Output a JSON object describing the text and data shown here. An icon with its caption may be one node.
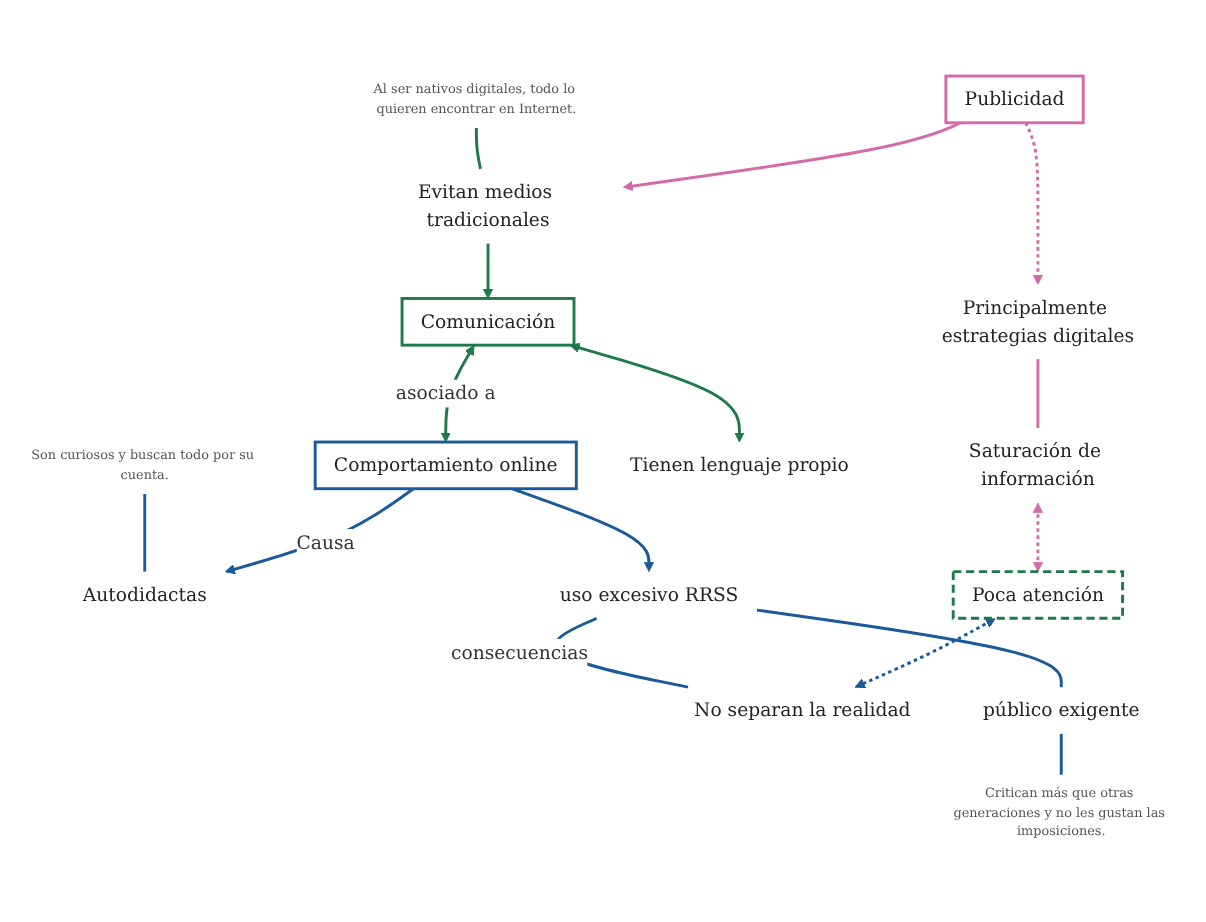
{
  "diagram": {
    "nodes": [
      {
        "text": [
          "Al ser nativos digitales, todo lo quieren encontrar en Internet."
        ]
      },
      {
        "text": [
          "Publicidad"
        ]
      },
      {
        "text": [
          "Evitan medios tradicionales"
        ]
      },
      {
        "text": [
          "Son curiosos y buscan todo por su cuenta."
        ]
      },
      {
        "text": [
          "Autodidactas"
        ]
      },
      {
        "text": [
          "Comunicación"
        ]
      },
      {
        "text": [
          "Comportamiento online"
        ]
      },
      {
        "text": [
          "Principalmente estrategias digitales"
        ]
      },
      {
        "text": [
          "Tienen lenguaje propio"
        ]
      },
      {
        "text": [
          "uso excesivo RRSS"
        ]
      },
      {
        "text": [
          "No separan la realidad"
        ]
      },
      {
        "text": [
          "público exigente"
        ]
      },
      {
        "text": [
          "Saturación de información"
        ]
      },
      {
        "text": [
          "Poca atención"
        ]
      },
      {
        "text": [
          "Critican más que otras generaciones y no les gustan las imposiciones."
        ]
      }
    ],
    "edges": [
      {
        "from": 0,
        "to": 2,
        "arrow": "none",
        "color": "#1e7a4a"
      },
      {
        "from": 1,
        "to": 2,
        "arrow": "to",
        "color": "#d46aa8"
      },
      {
        "from": 2,
        "to": 5,
        "arrow": "to",
        "color": "#1e7a4a"
      },
      {
        "from": 3,
        "to": 4,
        "arrow": "none",
        "color": "#1a5a9a"
      },
      {
        "from": 6,
        "to": 4,
        "arrow": "to",
        "label": "Causa",
        "color": "#1a5a9a"
      },
      {
        "from": 5,
        "to": 6,
        "arrow": "both",
        "label": "asociado a",
        "color": "#1e7a4a"
      },
      {
        "from": 1,
        "to": 7,
        "arrow": "to",
        "style": "dashed",
        "color": "#d46aa8"
      },
      {
        "from": 5,
        "to": 8,
        "arrow": "both",
        "color": "#1e7a4a"
      },
      {
        "from": 6,
        "to": 9,
        "arrow": "to",
        "color": "#1a5a9a"
      },
      {
        "from": 7,
        "to": 12,
        "arrow": "none",
        "color": "#d46aa8"
      },
      {
        "from": 9,
        "to": 10,
        "arrow": "none",
        "label": "consecuencias",
        "color": "#1a5a9a"
      },
      {
        "from": 9,
        "to": 11,
        "arrow": "none",
        "color": "#1a5a9a"
      },
      {
        "from": 11,
        "to": 14,
        "arrow": "none",
        "color": "#1a5a9a"
      },
      {
        "from": 12,
        "to": 13,
        "arrow": "both",
        "style": "dashed",
        "color": "#d46aa8"
      },
      {
        "from": 13,
        "to": 10,
        "arrow": "both",
        "style": "dashed",
        "color": "#1a5a9a"
      }
    ]
  }
}
